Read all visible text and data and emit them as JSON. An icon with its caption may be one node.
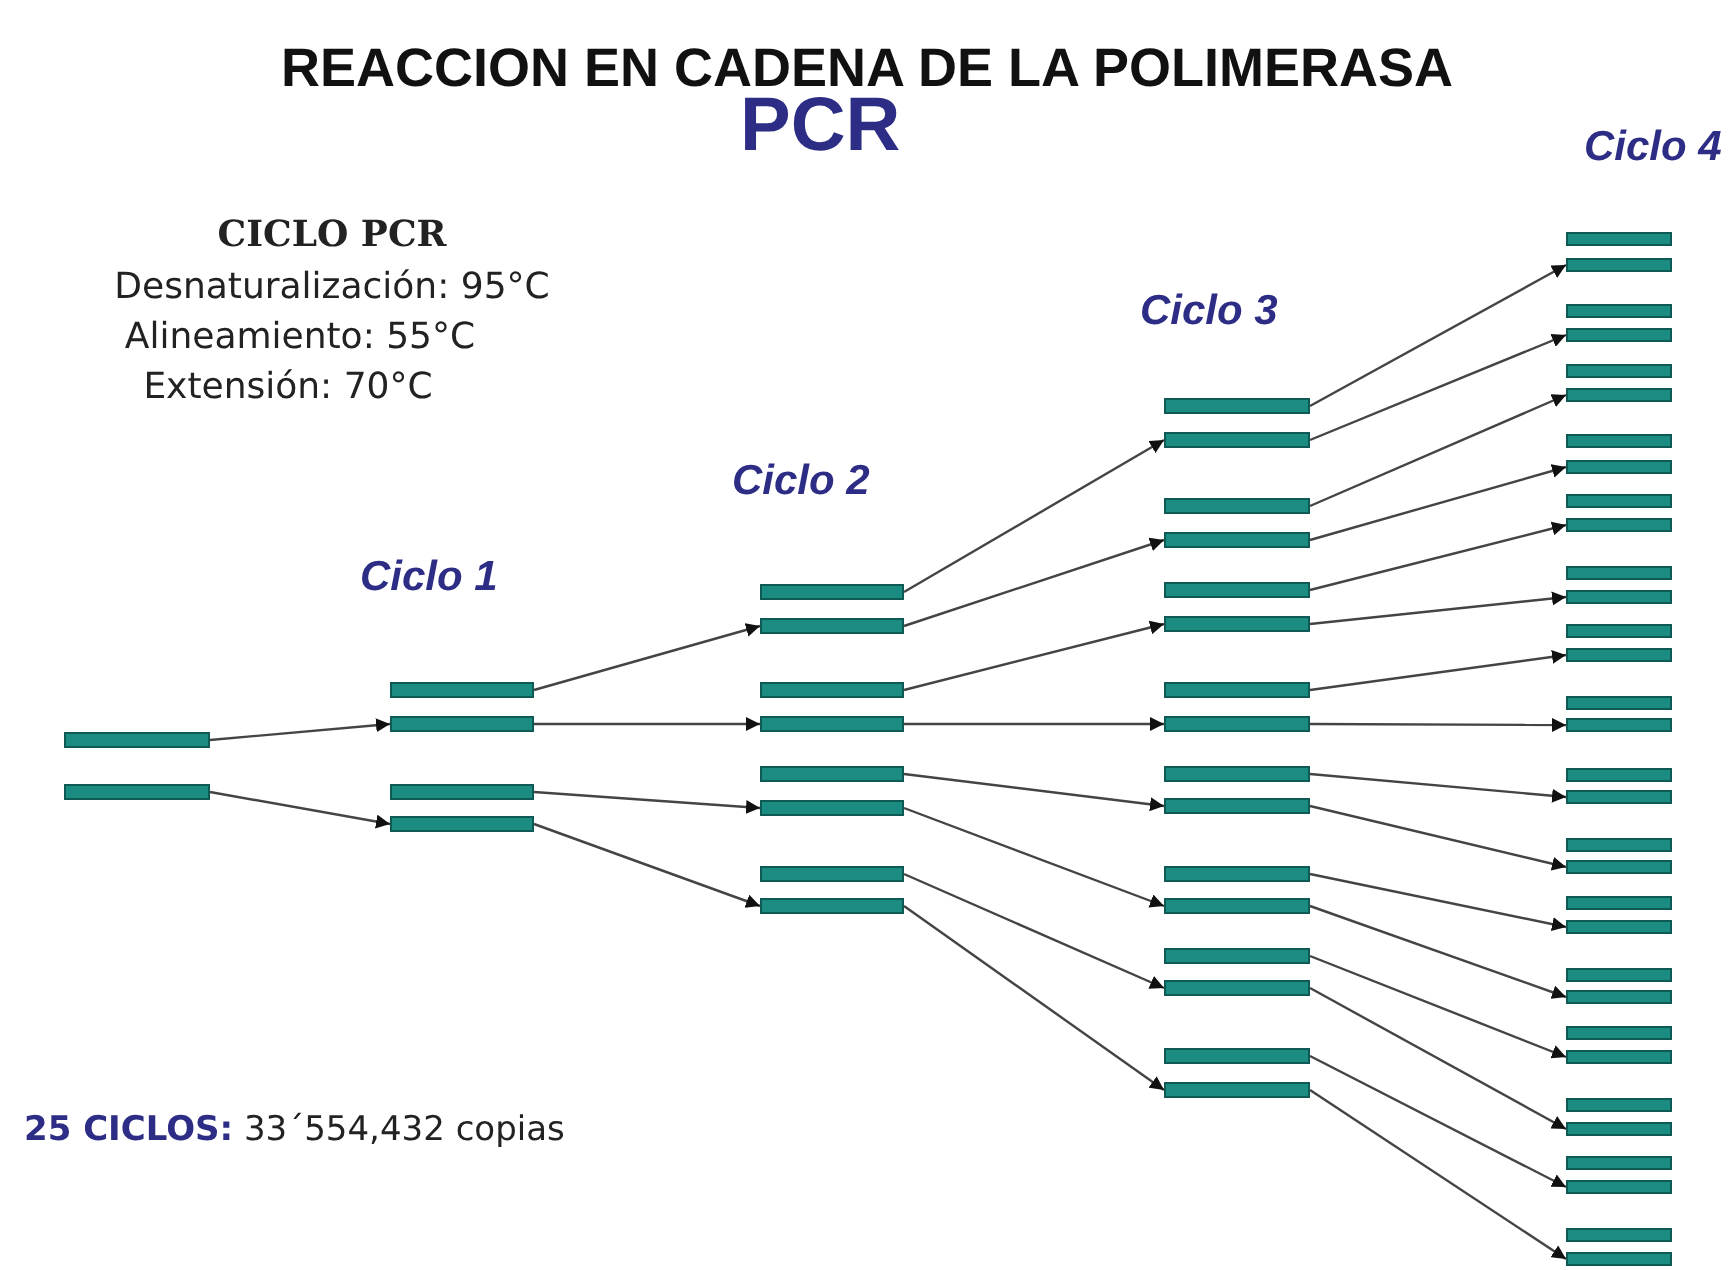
{
  "diagram": {
    "title": "REACCION EN CADENA DE LA POLIMERASA",
    "nodes": [
      {
        "text": [],
        "shape": "bar"
      },
      {
        "text": [],
        "shape": "bar"
      },
      {
        "text": [],
        "shape": "bar"
      },
      {
        "text": [],
        "shape": "bar"
      },
      {
        "text": [],
        "shape": "bar"
      },
      {
        "text": [],
        "shape": "bar"
      },
      {
        "text": [],
        "shape": "bar"
      },
      {
        "text": [],
        "shape": "bar"
      },
      {
        "text": [],
        "shape": "bar"
      },
      {
        "text": [],
        "shape": "bar"
      },
      {
        "text": [],
        "shape": "bar"
      },
      {
        "text": [],
        "shape": "bar"
      },
      {
        "text": [],
        "shape": "bar"
      },
      {
        "text": [],
        "shape": "bar"
      },
      {
        "text": [],
        "shape": "bar"
      },
      {
        "text": [],
        "shape": "bar"
      },
      {
        "text": [],
        "shape": "bar"
      },
      {
        "text": [],
        "shape": "bar"
      },
      {
        "text": [],
        "shape": "bar"
      },
      {
        "text": [],
        "shape": "bar"
      },
      {
        "text": [],
        "shape": "bar"
      },
      {
        "text": [],
        "shape": "bar"
      },
      {
        "text": [],
        "shape": "bar"
      },
      {
        "text": [],
        "shape": "bar"
      },
      {
        "text": [],
        "shape": "bar"
      },
      {
        "text": [],
        "shape": "bar"
      },
      {
        "text": [],
        "shape": "bar"
      },
      {
        "text": [],
        "shape": "bar"
      },
      {
        "text": [],
        "shape": "bar"
      },
      {
        "text": [],
        "shape": "bar"
      },
      {
        "text": [],
        "shape": "bar"
      },
      {
        "text": [],
        "shape": "bar"
      },
      {
        "text": [],
        "shape": "bar"
      },
      {
        "text": [],
        "shape": "bar"
      },
      {
        "text": [],
        "shape": "bar"
      },
      {
        "text": [],
        "shape": "bar"
      },
      {
        "text": [],
        "shape": "bar"
      },
      {
        "text": [],
        "shape": "bar"
      },
      {
        "text": [],
        "shape": "bar"
      },
      {
        "text": [],
        "shape": "bar"
      },
      {
        "text": [],
        "shape": "bar"
      },
      {
        "text": [],
        "shape": "bar"
      },
      {
        "text": [],
        "shape": "bar"
      },
      {
        "text": [],
        "shape": "bar"
      },
      {
        "text": [],
        "shape": "bar"
      },
      {
        "text": [],
        "shape": "bar"
      },
      {
        "text": [],
        "shape": "bar"
      },
      {
        "text": [],
        "shape": "bar"
      },
      {
        "text": [],
        "shape": "bar"
      },
      {
        "text": [],
        "shape": "bar"
      },
      {
        "text": [],
        "shape": "bar"
      },
      {
        "text": [],
        "shape": "bar"
      },
      {
        "text": [],
        "shape": "bar"
      },
      {
        "text": [],
        "shape": "bar"
      },
      {
        "text": [],
        "shape": "bar"
      },
      {
        "text": [],
        "shape": "bar"
      },
      {
        "text": [],
        "shape": "bar"
      },
      {
        "text": [],
        "shape": "bar"
      },
      {
        "text": [],
        "shape": "bar"
      },
      {
        "text": [],
        "shape": "bar"
      },
      {
        "text": [],
        "shape": "bar"
      },
      {
        "text": [],
        "shape": "bar"
      }
    ],
    "edges": [
      {
        "from": 0,
        "to": 3,
        "arrow": "to"
      },
      {
        "from": 1,
        "to": 5,
        "arrow": "to"
      },
      {
        "from": 2,
        "to": 7,
        "arrow": "to"
      },
      {
        "from": 3,
        "to": 9,
        "arrow": "to"
      },
      {
        "from": 4,
        "to": 11,
        "arrow": "to"
      },
      {
        "from": 5,
        "to": 13,
        "arrow": "to"
      },
      {
        "from": 6,
        "to": 15,
        "arrow": "to"
      },
      {
        "from": 7,
        "to": 17,
        "arrow": "to"
      },
      {
        "from": 8,
        "to": 19,
        "arrow": "to"
      },
      {
        "from": 9,
        "to": 21,
        "arrow": "to"
      },
      {
        "from": 10,
        "to": 23,
        "arrow": "to"
      },
      {
        "from": 11,
        "to": 25,
        "arrow": "to"
      },
      {
        "from": 12,
        "to": 27,
        "arrow": "to"
      },
      {
        "from": 13,
        "to": 29,
        "arrow": "to"
      },
      {
        "from": 14,
        "to": 31,
        "arrow": "to"
      },
      {
        "from": 15,
        "to": 33,
        "arrow": "to"
      },
      {
        "from": 16,
        "to": 35,
        "arrow": "to"
      },
      {
        "from": 17,
        "to": 37,
        "arrow": "to"
      },
      {
        "from": 18,
        "to": 39,
        "arrow": "to"
      },
      {
        "from": 19,
        "to": 41,
        "arrow": "to"
      },
      {
        "from": 20,
        "to": 43,
        "arrow": "to"
      },
      {
        "from": 21,
        "to": 45,
        "arrow": "to"
      },
      {
        "from": 22,
        "to": 47,
        "arrow": "to"
      },
      {
        "from": 23,
        "to": 49,
        "arrow": "to"
      },
      {
        "from": 24,
        "to": 51,
        "arrow": "to"
      },
      {
        "from": 25,
        "to": 53,
        "arrow": "to"
      },
      {
        "from": 26,
        "to": 55,
        "arrow": "to"
      },
      {
        "from": 27,
        "to": 57,
        "arrow": "to"
      },
      {
        "from": 28,
        "to": 59,
        "arrow": "to"
      },
      {
        "from": 29,
        "to": 61,
        "arrow": "to"
      }
    ],
    "labels": [
      "PCR",
      "Ciclo 4",
      "CICLO PCR",
      "Desnaturalización: 95°C",
      "Alineamiento: 55°C",
      "Extensión: 70°C",
      "Ciclo 3",
      "Ciclo 2",
      "Ciclo 1",
      "**25 CICLOS:** 33´554,432 copias"
    ]
  }
}
